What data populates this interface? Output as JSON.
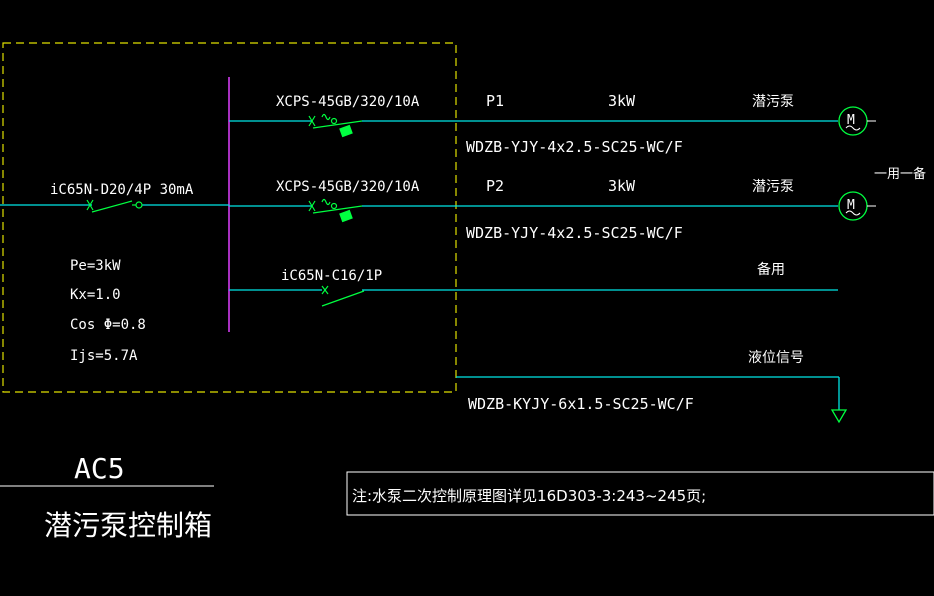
{
  "colors": {
    "background": "#000000",
    "wire": "#00e5e5",
    "busbar": "#e040ff",
    "enclosure": "#e0e000",
    "switch": "#00ff40",
    "motor": "#00ff40",
    "breaker_mark": "#00ff40",
    "text": "#ffffff",
    "note_box": "#ffffff"
  },
  "main_breaker": {
    "label": "iC65N-D20/4P 30mA"
  },
  "load_params": {
    "pe": "Pe=3kW",
    "kx": "Kx=1.0",
    "cos": "Cos Φ=0.8",
    "ijs": "Ijs=5.7A"
  },
  "circuits": [
    {
      "breaker": "XCPS-45GB/320/10A",
      "circuit_id": "P1",
      "power": "3kW",
      "load": "潜污泵",
      "cable": "WDZB-YJY-4x2.5-SC25-WC/F",
      "motor_symbol": "M"
    },
    {
      "breaker": "XCPS-45GB/320/10A",
      "circuit_id": "P2",
      "power": "3kW",
      "load": "潜污泵",
      "cable": "WDZB-YJY-4x2.5-SC25-WC/F",
      "motor_symbol": "M"
    },
    {
      "breaker": "iC65N-C16/1P",
      "circuit_id": "",
      "power": "",
      "load": "备用",
      "cable": "",
      "motor_symbol": ""
    }
  ],
  "duty_note": "一用一备",
  "signal": {
    "label": "液位信号",
    "cable": "WDZB-KYJY-6x1.5-SC25-WC/F"
  },
  "panel": {
    "code": "AC5",
    "name": "潜污泵控制箱"
  },
  "note": "注:水泵二次控制原理图详见16D303-3:243~245页;"
}
